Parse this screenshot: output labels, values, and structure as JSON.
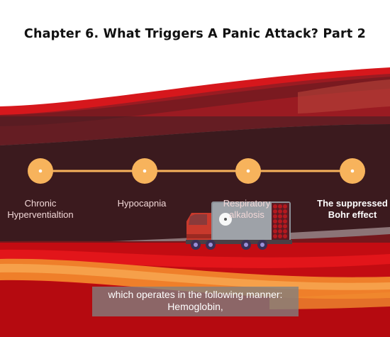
{
  "title": "Chapter 6. What Triggers A Panic Attack? Part 2",
  "timeline": {
    "stages": [
      {
        "label_line1": "Chronic",
        "label_line2": "Hyperventialtion",
        "emphasis": false
      },
      {
        "label_line1": "Hypocapnia",
        "label_line2": "",
        "emphasis": false
      },
      {
        "label_line1": "Respiratory",
        "label_line2": "alkalosis",
        "emphasis": false
      },
      {
        "label_line1": "The suppressed",
        "label_line2": "Bohr effect",
        "emphasis": true
      }
    ],
    "node_color": "#f7b35c",
    "line_color": "#f7b35c"
  },
  "subtitle": {
    "line1": "which operates in the following manner:",
    "line2": "Hemoglobin,"
  },
  "icons": {
    "truck": "truck-icon",
    "cursor": "play-cursor-icon"
  },
  "colors": {
    "vessel_red": "#d10c12",
    "vessel_dark": "#8e0f16",
    "vessel_orange": "#f08a2e",
    "overlay": "#46201f"
  }
}
